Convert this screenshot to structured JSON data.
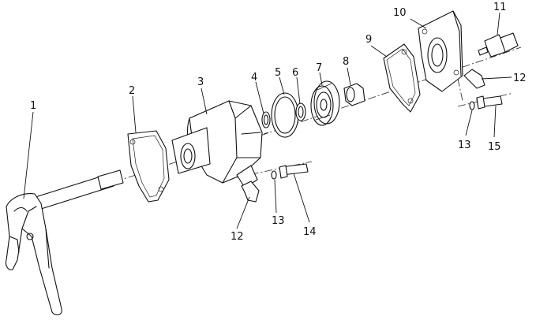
{
  "callouts": [
    "1",
    "2",
    "3",
    "4",
    "5",
    "6",
    "7",
    "8",
    "9",
    "10",
    "11",
    "12",
    "12",
    "13",
    "13",
    "14",
    "15"
  ],
  "colors": {
    "ink": "#111111",
    "background": "#ffffff"
  }
}
